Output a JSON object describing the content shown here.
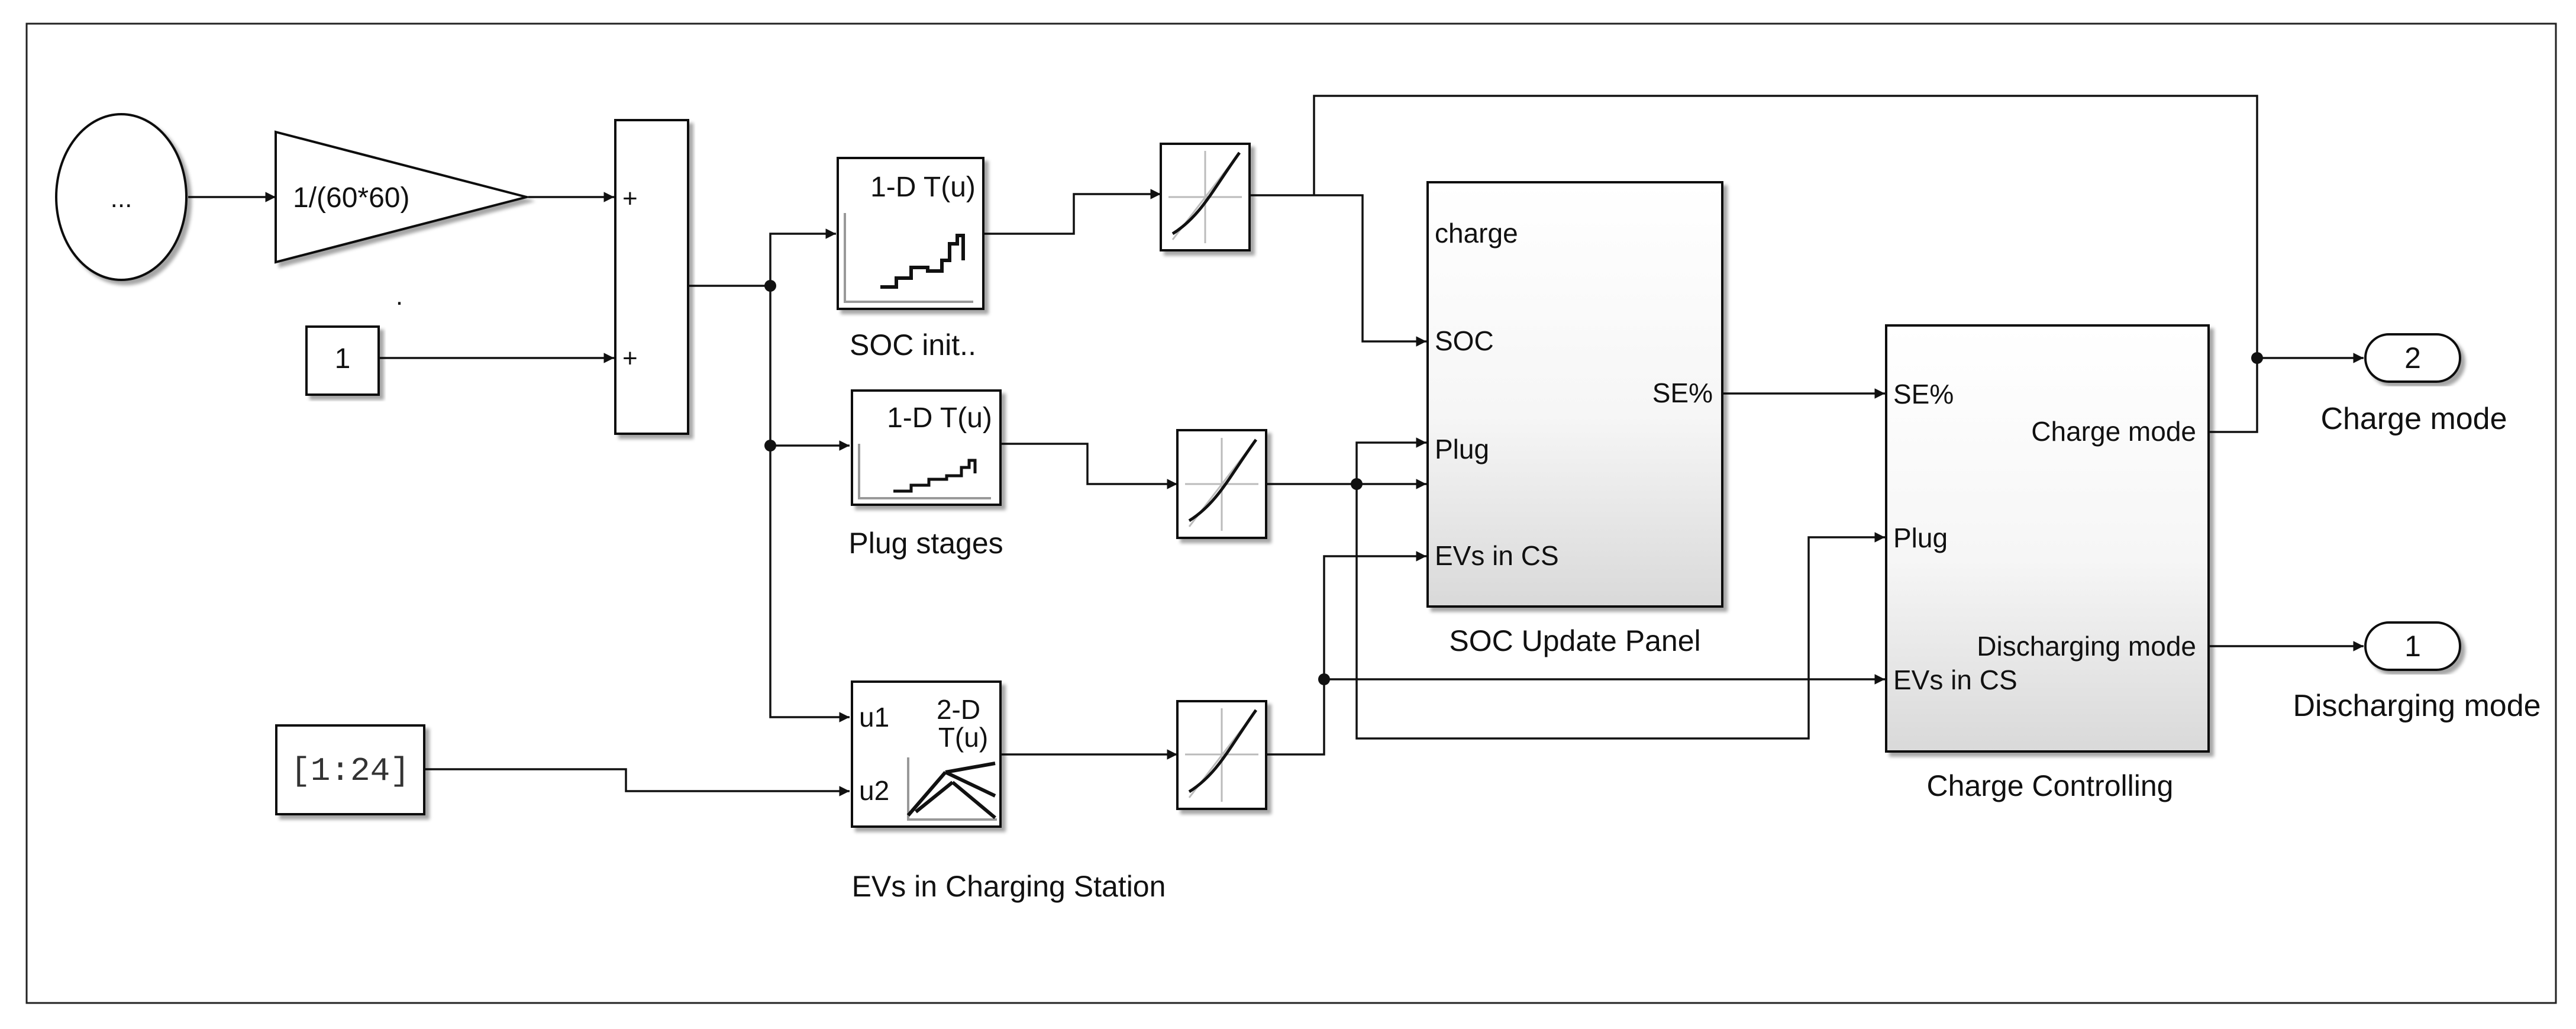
{
  "blocks": {
    "clock": {
      "text": "..."
    },
    "gain": {
      "text": "1/(60*60)"
    },
    "constant": {
      "text": "1"
    },
    "constant_label": ".",
    "sum": {
      "plus1": "+",
      "plus2": "+"
    },
    "vector": {
      "text": "[1:24]"
    },
    "lut_soc": {
      "title": "1-D T(u)",
      "label": "SOC init.."
    },
    "lut_plug": {
      "title": "1-D T(u)",
      "label": "Plug stages"
    },
    "lut_ev": {
      "title_1": "2-D",
      "title_2": "T(u)",
      "in1": "u1",
      "in2": "u2",
      "label": "EVs in Charging Station"
    },
    "soc_panel": {
      "label": "SOC Update Panel",
      "in_charge": "charge",
      "in_soc": "SOC",
      "in_plug": "Plug",
      "in_evs": "EVs in CS",
      "out_se": "SE%"
    },
    "charge_ctrl": {
      "label": "Charge Controlling",
      "in_se": "SE%",
      "in_plug": "Plug",
      "in_evs": "EVs in CS",
      "out_charge": "Charge mode",
      "out_discharge": "Discharging mode"
    },
    "out_charge": {
      "number": "2",
      "label": "Charge mode"
    },
    "out_discharge": {
      "number": "1",
      "label": "Discharging mode"
    }
  }
}
